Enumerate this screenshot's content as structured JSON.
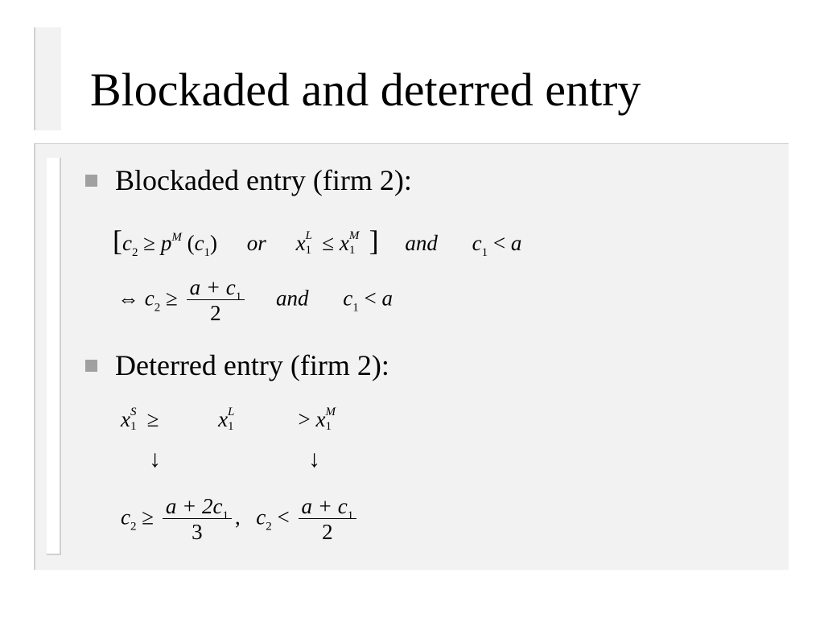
{
  "slide": {
    "title": "Blockaded and deterred entry",
    "bullets": [
      {
        "label": "Blockaded entry (firm 2):"
      },
      {
        "label": "Deterred entry (firm 2):"
      }
    ]
  },
  "math": {
    "line1": {
      "c": "c",
      "sub2": "2",
      "ge": "≥",
      "p": "p",
      "supM": "M",
      "lp": "(",
      "sub1": "1",
      "rp": ")",
      "or": "or",
      "x": "x",
      "supL": "L",
      "le": "≤",
      "and": "and",
      "lt": "<",
      "a": "a"
    },
    "line2": {
      "iff": "⇔",
      "num": "a + c",
      "den": "2",
      "and": "and"
    },
    "line3": {
      "supS": "S",
      "gt": ">"
    },
    "arrows": [
      "↓",
      "↓"
    ],
    "line4": {
      "num1": "a + 2c",
      "den1": "3",
      "comma": ",",
      "num2": "a + c",
      "den2": "2"
    }
  }
}
